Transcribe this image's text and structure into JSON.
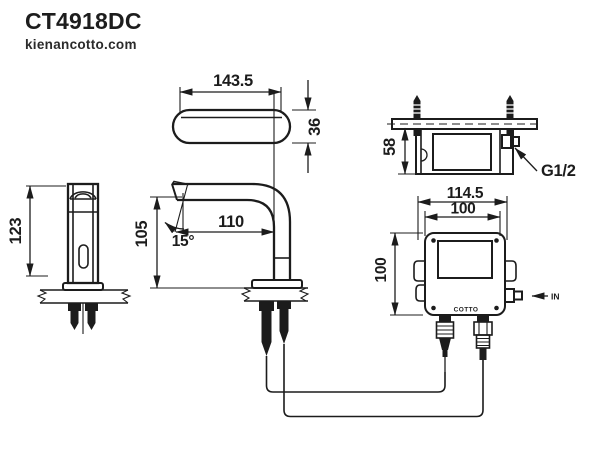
{
  "title": "CT4918DC",
  "watermark": "kienancotto.com",
  "colors": {
    "ink": "#1c1c1c",
    "background": "#ffffff"
  },
  "dimensions": {
    "top_length": "143.5",
    "top_width": "36",
    "box_side_height": "58",
    "thread": "G1/2",
    "box_outer_width": "114.5",
    "box_inner_width": "100",
    "box_height": "100",
    "faucet_height": "123",
    "reach": "110",
    "outlet_height": "105",
    "tip_angle": "15°"
  },
  "labels": {
    "inlet": "IN",
    "brand": "COTTO"
  }
}
